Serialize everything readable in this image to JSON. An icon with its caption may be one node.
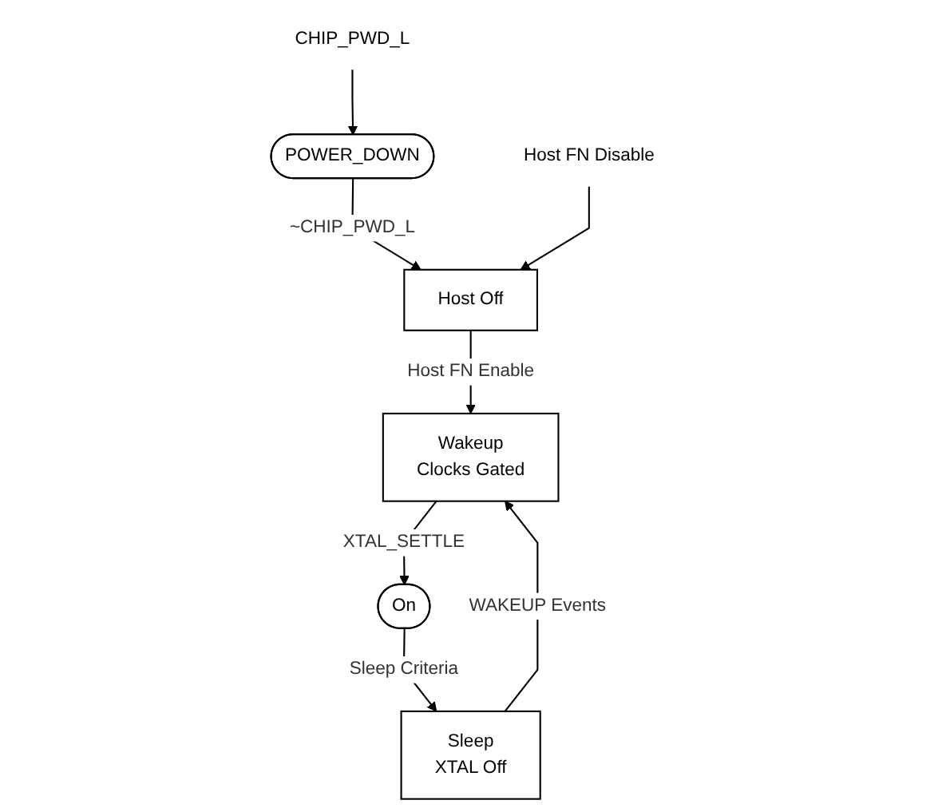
{
  "diagram": {
    "nodes": [
      {
        "text": [
          "POWER_DOWN"
        ]
      },
      {
        "text": [
          "Host Off"
        ]
      },
      {
        "text": [
          "Sleep",
          "XTAL Off"
        ]
      },
      {
        "text": [
          "Wakeup",
          "Clocks Gated"
        ]
      },
      {
        "text": [
          "On"
        ]
      },
      {
        "text": [
          "CHIP_PWD_L"
        ]
      },
      {
        "text": [
          "Host FN Disable"
        ]
      }
    ],
    "edges": [
      {
        "from": 5,
        "to": 0,
        "arrow": "to"
      },
      {
        "from": 0,
        "to": 1,
        "label": "~CHIP_PWD_L",
        "arrow": "to"
      },
      {
        "from": 6,
        "to": 1,
        "arrow": "to"
      },
      {
        "from": 1,
        "to": 3,
        "label": "Host FN Enable",
        "arrow": "to"
      },
      {
        "from": 2,
        "to": 3,
        "label": "WAKEUP Events",
        "arrow": "to"
      },
      {
        "from": 3,
        "to": 4,
        "label": "XTAL_SETTLE",
        "arrow": "to"
      },
      {
        "from": 4,
        "to": 2,
        "label": "Sleep Criteria",
        "arrow": "to"
      }
    ]
  }
}
